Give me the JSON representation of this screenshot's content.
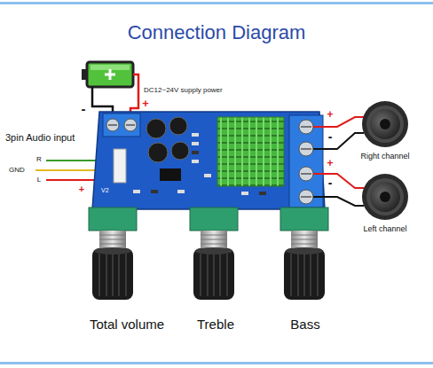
{
  "diagram": {
    "title": "Connection Diagram",
    "labels": [
      "-",
      "+",
      "DC12~24V supply power",
      "3pin Audio input",
      "R",
      "GND",
      "L",
      "+",
      "V2",
      "+",
      "-",
      "Right channel",
      "+",
      "-",
      "Left channel",
      "Total volume",
      "Treble",
      "Bass"
    ]
  }
}
